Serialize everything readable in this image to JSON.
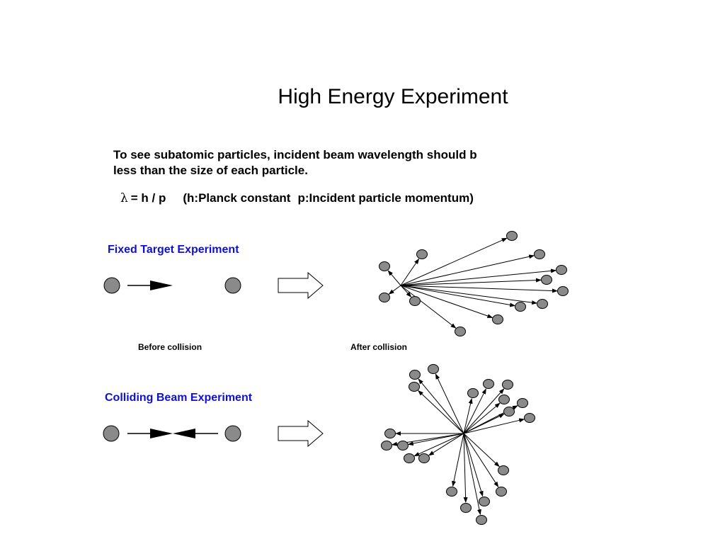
{
  "title": "High Energy Experiment",
  "intro": {
    "line1": "To see subatomic particles, incident beam wavelength should b",
    "line2": "less than the size of each particle."
  },
  "formula": {
    "symbol": "λ",
    "equation": "= h / p",
    "explanation_a": "(h:Planck constant",
    "explanation_b": "p:Incident particle momentum)"
  },
  "fixed_target": {
    "heading": "Fixed Target Experiment",
    "before_caption": "Before collision",
    "after_caption": "After collision"
  },
  "colliding_beam": {
    "heading": "Colliding Beam Experiment"
  },
  "colors": {
    "heading_blue": "#1010d0",
    "particle_gray": "#8a8a8a"
  }
}
